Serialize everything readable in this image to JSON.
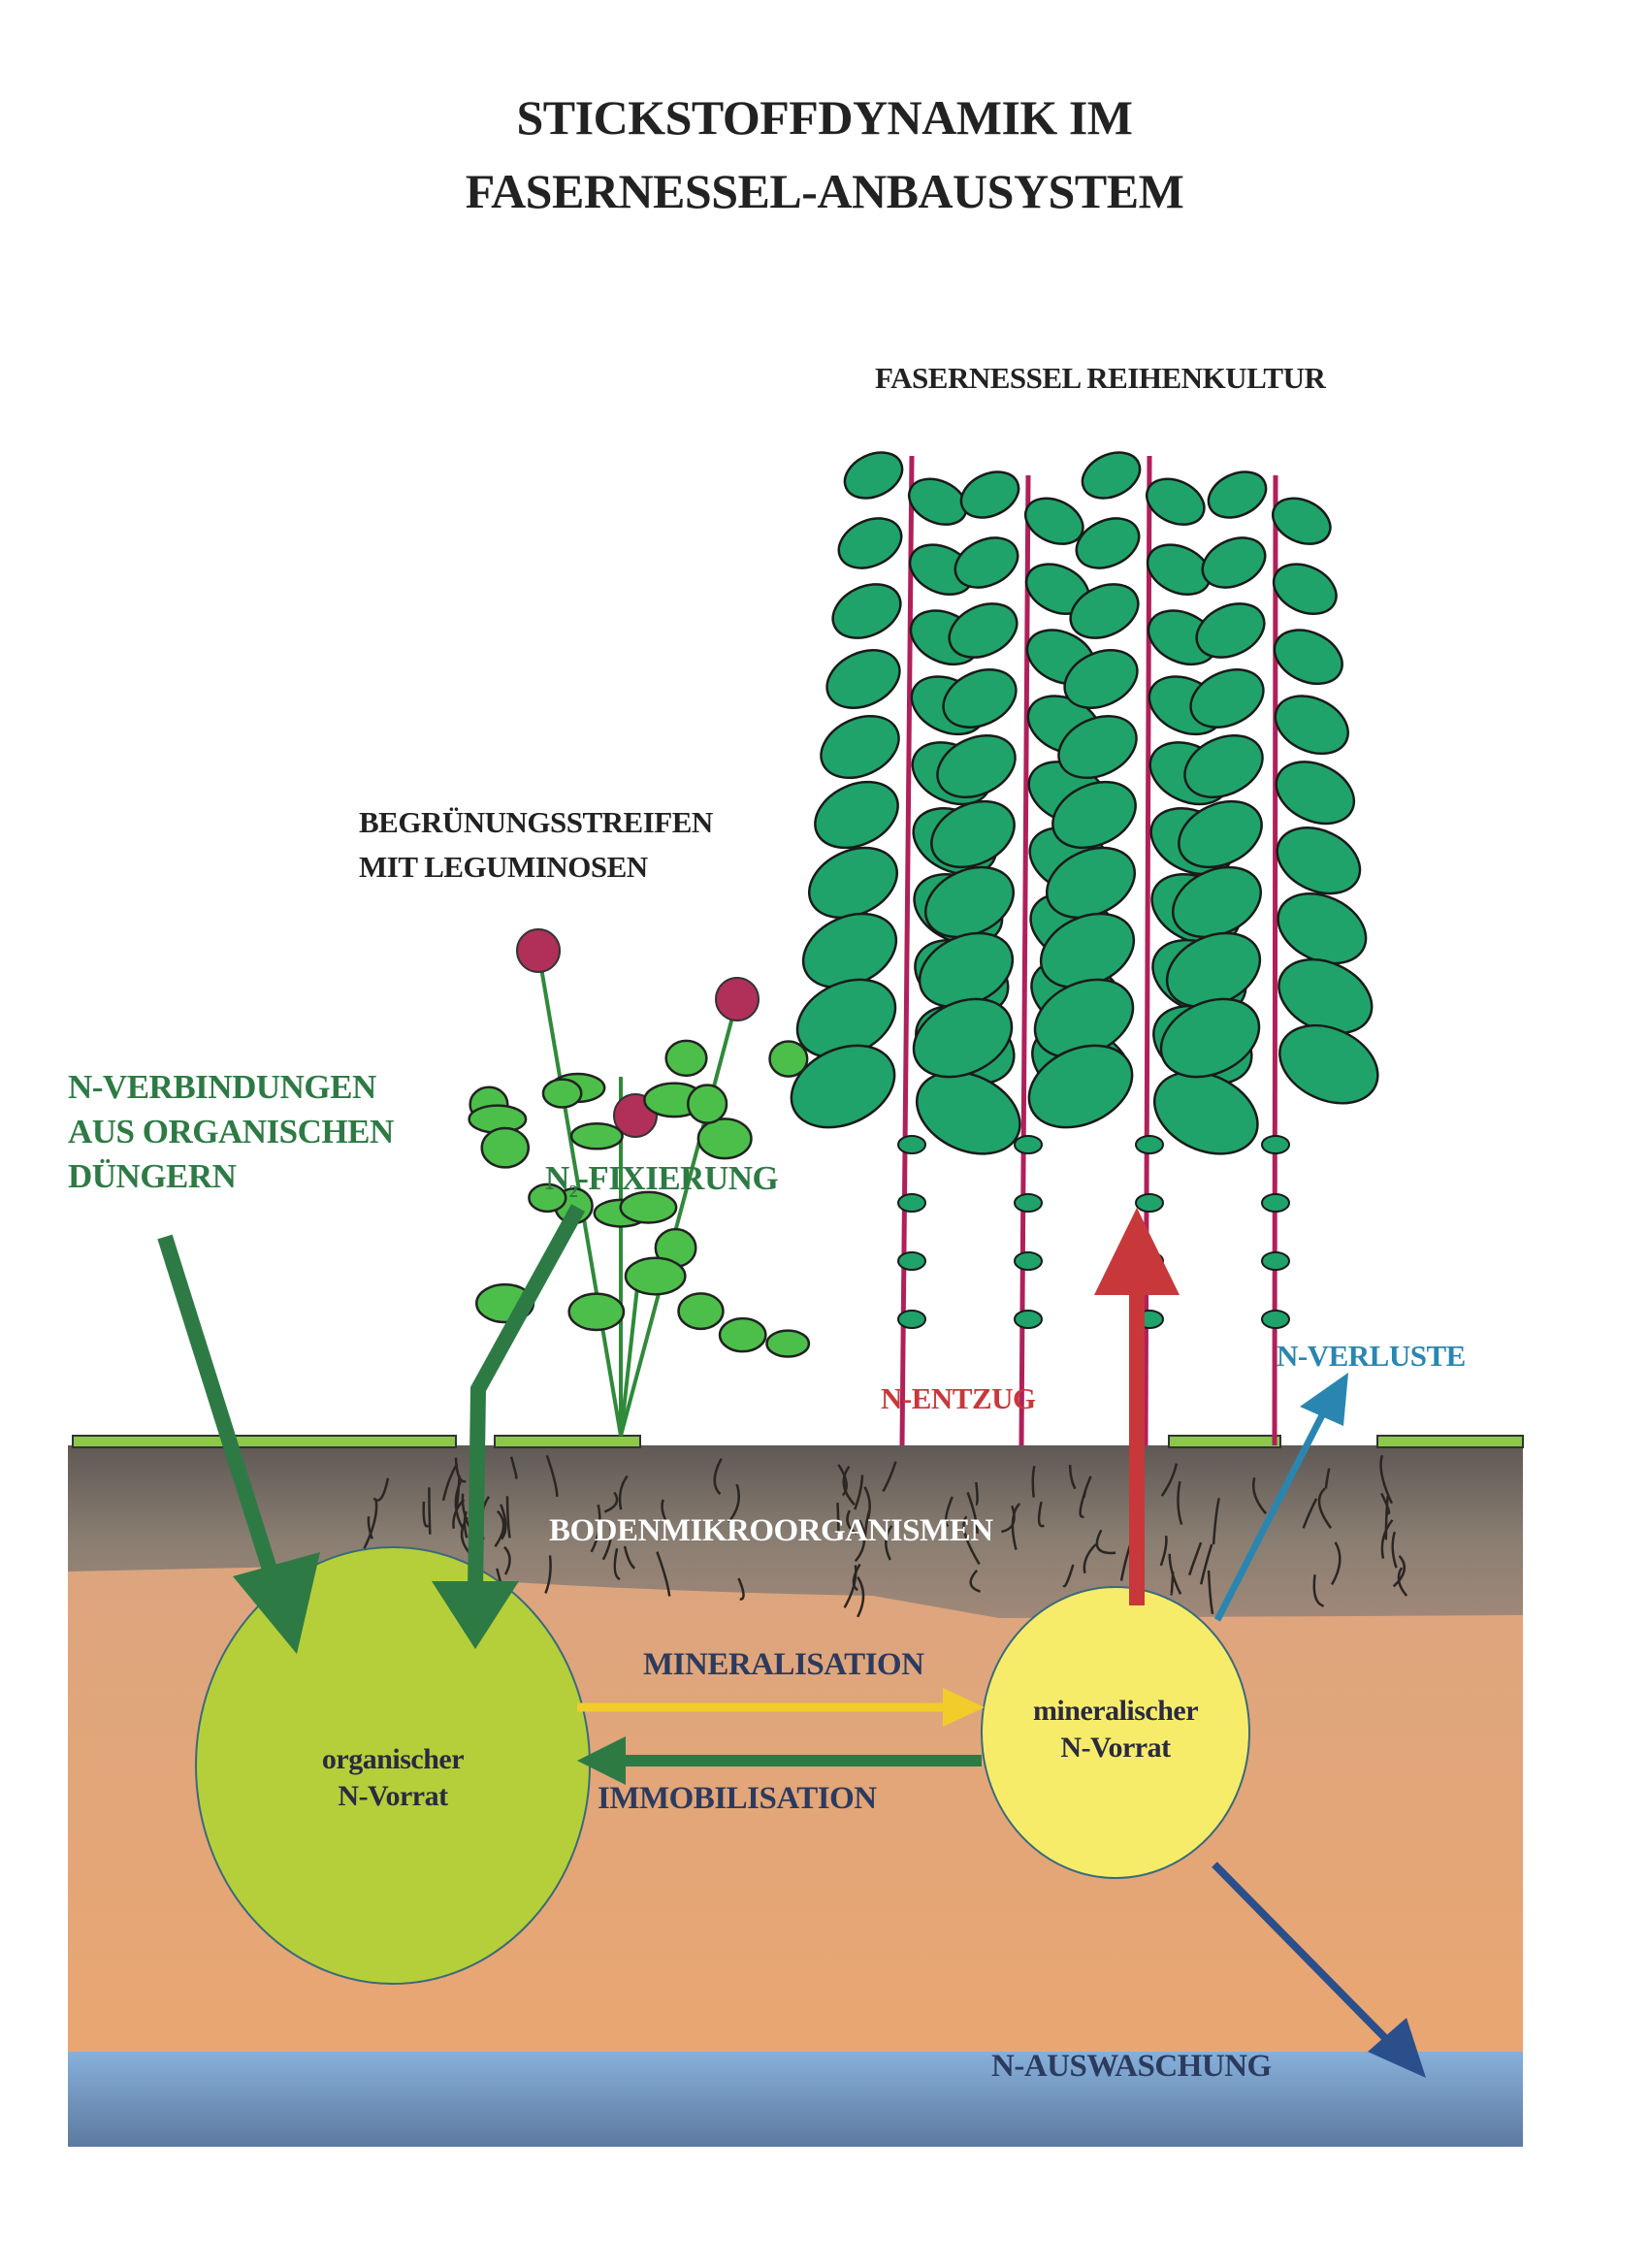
{
  "title": {
    "line1": "STICKSTOFFDYNAMIK IM",
    "line2": "FASERNESSEL-ANBAUSYSTEM"
  },
  "labels": {
    "nettle_culture": "FASERNESSEL REIHENKULTUR",
    "green_strips_1": "BEGRÜNUNGSSTREIFEN",
    "green_strips_2": "MIT LEGUMINOSEN",
    "organic_input_1": "N-VERBINDUNGEN",
    "organic_input_2": "AUS ORGANISCHEN",
    "organic_input_3": "DÜNGERN",
    "fixation_n": "N",
    "fixation_sub": "2",
    "fixation_rest": "-FIXIERUNG",
    "uptake": "N-ENTZUG",
    "losses": "N-VERLUSTE",
    "microorganisms": "BODENMIKROORGANISMEN",
    "mineralisation": "MINERALISATION",
    "immobilisation": "IMMOBILISATION",
    "leaching": "N-AUSWASCHUNG"
  },
  "pools": {
    "organic": {
      "line1": "organischer",
      "line2": "N-Vorrat"
    },
    "mineral": {
      "line1": "mineralischer",
      "line2": "N-Vorrat"
    }
  },
  "colors": {
    "green_arrow": "#2e7a45",
    "uptake_arrow": "#c8383a",
    "loss_arrow": "#2a86b0",
    "leach_arrow": "#2a4f8a",
    "mineral_arrow": "#f2cc2a",
    "organic_pool": "#b5cf3a",
    "mineral_pool": "#f7ec6a",
    "topsoil": "#6e6660",
    "subsoil": "#e6a878",
    "water": "#7fa6cf"
  }
}
